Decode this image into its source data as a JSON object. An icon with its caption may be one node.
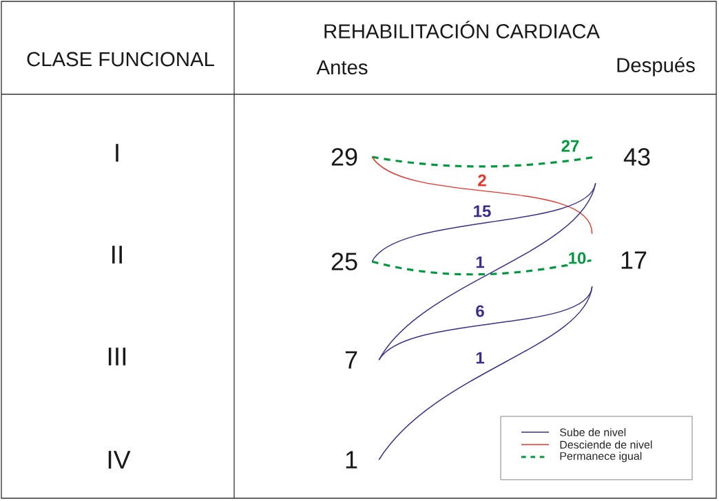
{
  "diagram": {
    "nodes": [
      {
        "text": [
          "29"
        ]
      },
      {
        "text": [
          "43"
        ]
      },
      {
        "text": [
          "25"
        ]
      },
      {
        "text": [
          "17"
        ]
      },
      {
        "text": [
          "7"
        ]
      },
      {
        "text": [
          "1"
        ]
      }
    ],
    "edges": [
      {
        "from": 0,
        "to": 1,
        "arrow": "none",
        "label": "27",
        "style": "dashed",
        "color": "#009a3e"
      },
      {
        "from": 0,
        "to": 3,
        "arrow": "none",
        "label": "2",
        "color": "#e8352a"
      },
      {
        "from": 2,
        "to": 1,
        "arrow": "none",
        "label": "15"
      },
      {
        "from": 2,
        "to": 3,
        "arrow": "none",
        "label": "10",
        "style": "dashed",
        "color": "#009a3e"
      },
      {
        "from": 4,
        "to": 1,
        "arrow": "none",
        "label": "1"
      },
      {
        "from": 4,
        "to": 3,
        "arrow": "none",
        "label": "6"
      },
      {
        "from": 5,
        "to": 3,
        "arrow": "none",
        "label": "1"
      }
    ],
    "labels": [
      "CLASE FUNCIONAL",
      "REHABILITACIÓN CARDIACA",
      "Antes",
      "Después",
      "I",
      "II",
      "III",
      "IV"
    ],
    "legend": [
      {
        "text": "Sube de nivel"
      },
      {
        "text": "Desciende de nivel"
      },
      {
        "text": "Permanece igual"
      }
    ]
  }
}
